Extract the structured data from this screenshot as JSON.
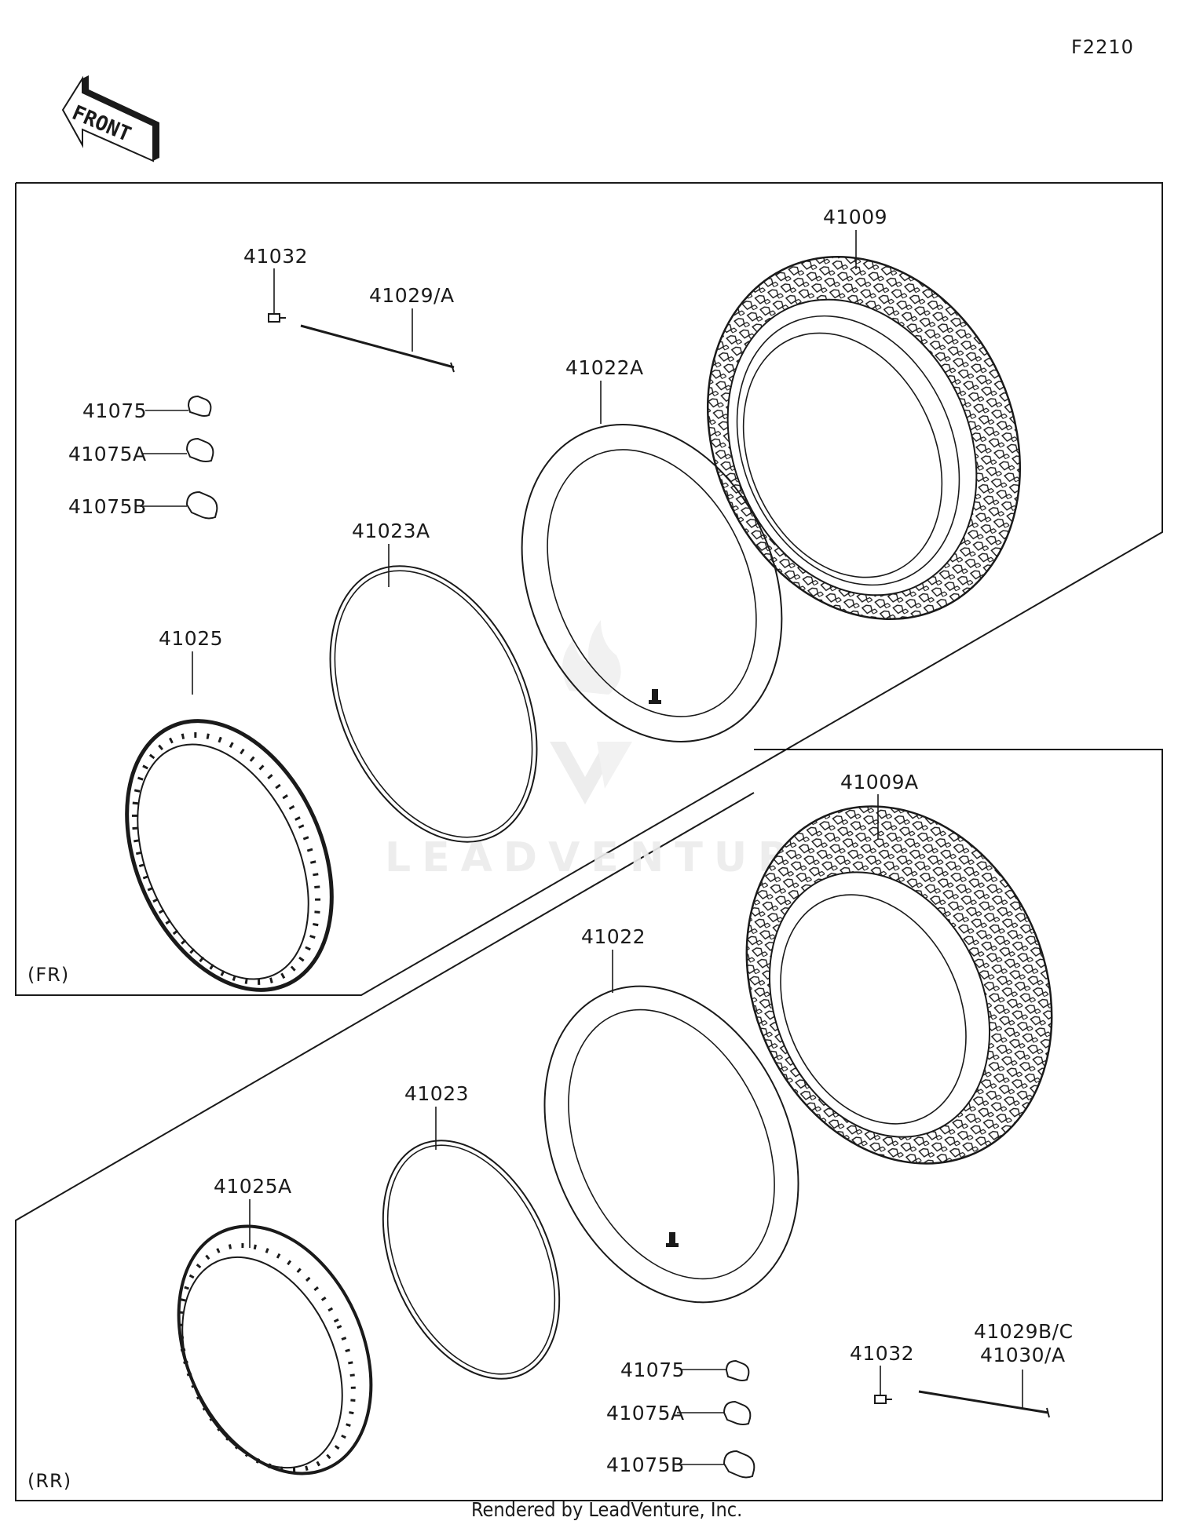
{
  "figure_code": "F2210",
  "front_arrow": {
    "label": "FRONT",
    "icon": "front-direction-arrow-icon"
  },
  "sections": {
    "front": {
      "tag": "(FR)"
    },
    "rear": {
      "tag": "(RR)"
    }
  },
  "parts": {
    "front": {
      "tire": "41009",
      "tube": "41022A",
      "rim_band": "41023A",
      "rim": "41025",
      "nipple": "41032",
      "spoke": "41029/A",
      "balance_weight": "41075",
      "balance_weight_a": "41075A",
      "balance_weight_b": "41075B"
    },
    "rear": {
      "tire": "41009A",
      "tube": "41022",
      "rim_band": "41023",
      "rim": "41025A",
      "nipple": "41032",
      "spoke_line1": "41029B/C",
      "spoke_line2": "41030/A",
      "balance_weight": "41075",
      "balance_weight_a": "41075A",
      "balance_weight_b": "41075B"
    }
  },
  "watermark": "LEADVENTURE",
  "footer": "Rendered by LeadVenture, Inc."
}
